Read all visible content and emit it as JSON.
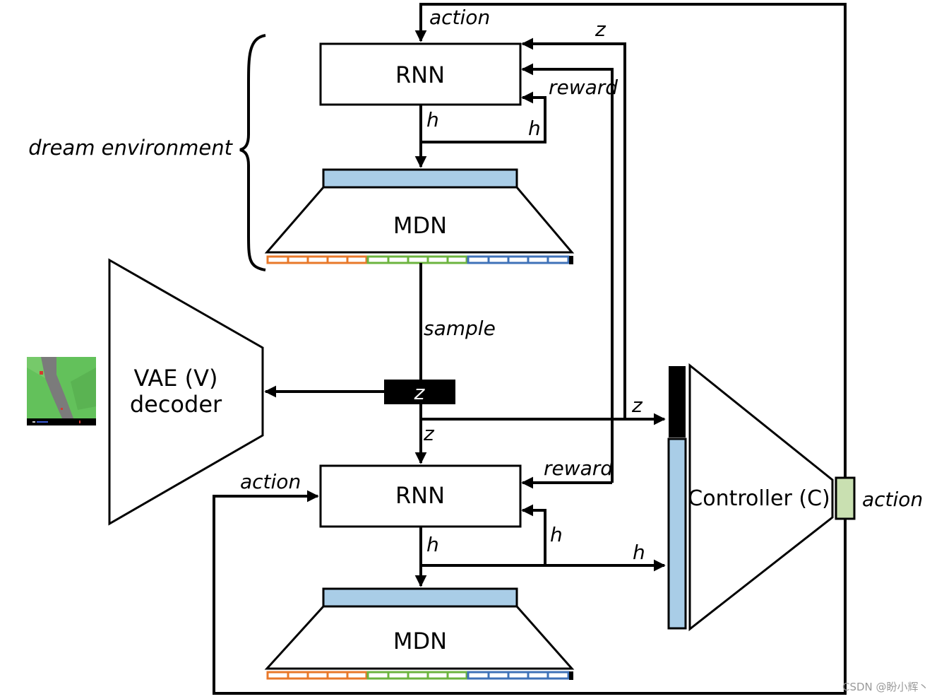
{
  "colors": {
    "line": "#000000",
    "layer_fill": "#a9cde7",
    "action_fill": "#c9e0b1",
    "seg_orange": "#e8782a",
    "seg_green": "#6cb43f",
    "seg_blue": "#3f72b8",
    "z_fill": "#000000",
    "game_green": "#63c15b",
    "game_road": "#7b7b7b"
  },
  "icons": {
    "game_frame": "car-racing-frame"
  },
  "top": {
    "rnn_label": "RNN",
    "mdn_label": "MDN",
    "action_label": "action",
    "z_label": "z",
    "reward_label": "reward",
    "h_label": "h",
    "h_loop_label": "h"
  },
  "dream_label": "dream environment",
  "sample_label": "sample",
  "z_box_label": "z",
  "z_down_label": "z",
  "z_right_label": "z",
  "vae": {
    "line1": "VAE (V)",
    "line2": "decoder"
  },
  "bottom": {
    "rnn_label": "RNN",
    "mdn_label": "MDN",
    "action_label": "action",
    "reward_label": "reward",
    "h_label": "h",
    "h_loop_label": "h",
    "h_right_label": "h"
  },
  "controller": {
    "label": "Controller (C)",
    "action_label": "action"
  },
  "watermark": "CSDN @盼小辉丶"
}
